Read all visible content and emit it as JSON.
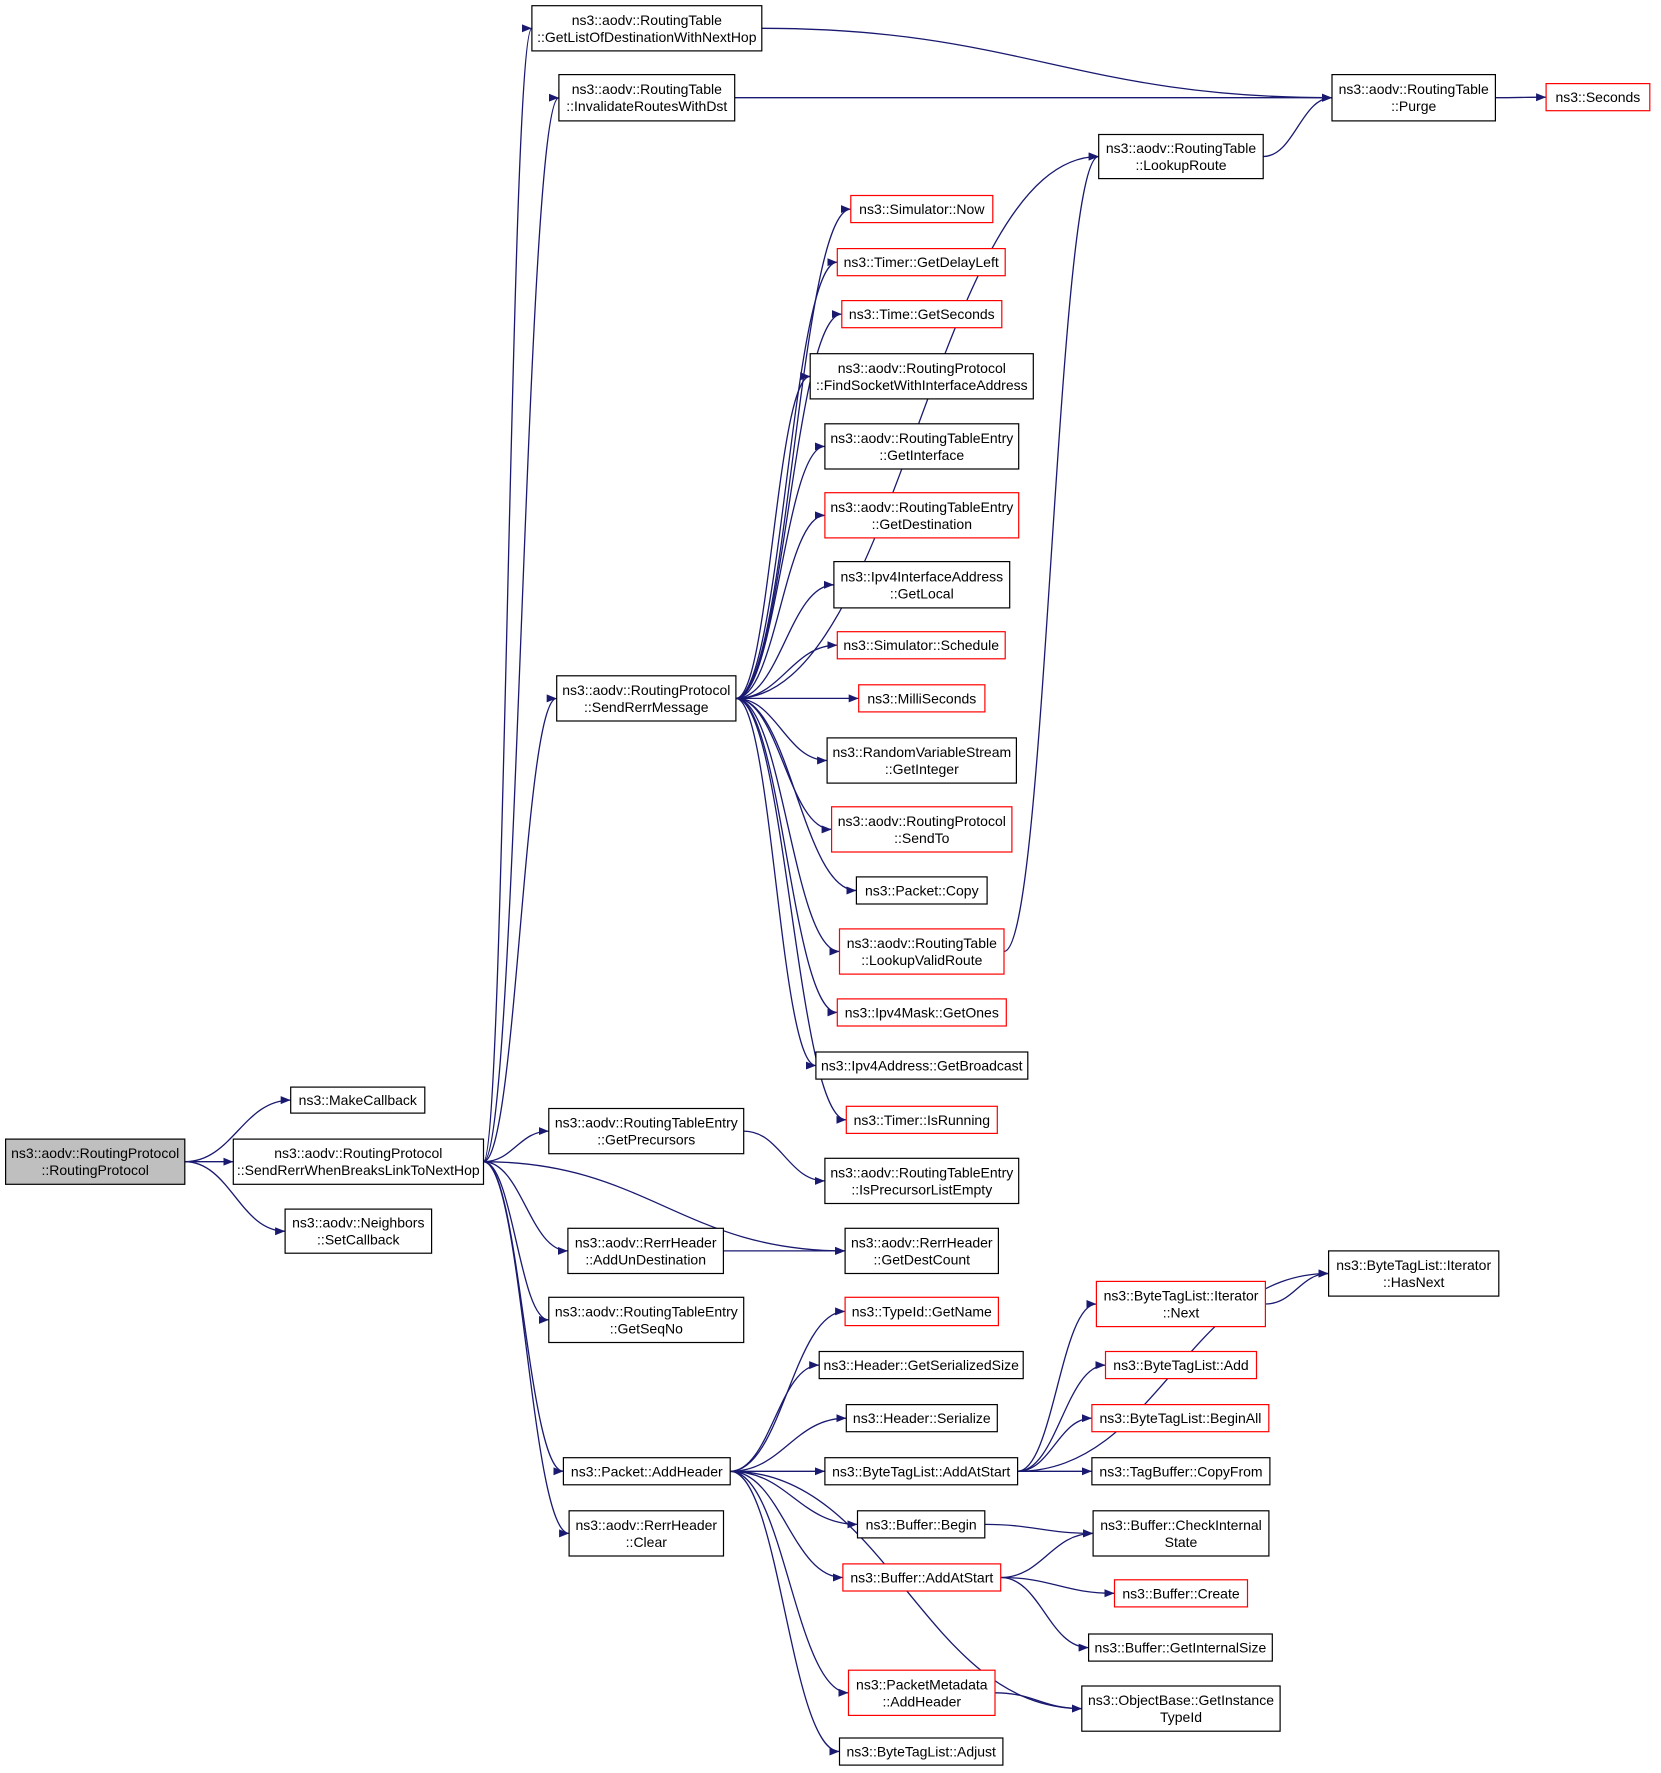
{
  "colors": {
    "edge": "#191970",
    "node_border_default": "#000000",
    "node_border_truncated": "#ff0000",
    "node_fill_default": "#ffffff",
    "node_fill_root": "#bfbfbf",
    "text": "#000000"
  },
  "nodes": [
    {
      "id": "rp_ctor",
      "lines": [
        "ns3::aodv::RoutingProtocol",
        "::RoutingProtocol"
      ],
      "style": "root"
    },
    {
      "id": "make_callback",
      "lines": [
        "ns3::MakeCallback"
      ],
      "style": "default"
    },
    {
      "id": "send_rerr_breaks",
      "lines": [
        "ns3::aodv::RoutingProtocol",
        "::SendRerrWhenBreaksLinkToNextHop"
      ],
      "style": "default"
    },
    {
      "id": "neighbors_setcb",
      "lines": [
        "ns3::aodv::Neighbors",
        "::SetCallback"
      ],
      "style": "default"
    },
    {
      "id": "rt_getlist",
      "lines": [
        "ns3::aodv::RoutingTable",
        "::GetListOfDestinationWithNextHop"
      ],
      "style": "default"
    },
    {
      "id": "rt_invalidate",
      "lines": [
        "ns3::aodv::RoutingTable",
        "::InvalidateRoutesWithDst"
      ],
      "style": "default"
    },
    {
      "id": "rt_purge",
      "lines": [
        "ns3::aodv::RoutingTable",
        "::Purge"
      ],
      "style": "default"
    },
    {
      "id": "seconds",
      "lines": [
        "ns3::Seconds"
      ],
      "style": "truncated"
    },
    {
      "id": "rt_lookup",
      "lines": [
        "ns3::aodv::RoutingTable",
        "::LookupRoute"
      ],
      "style": "default"
    },
    {
      "id": "sim_now",
      "lines": [
        "ns3::Simulator::Now"
      ],
      "style": "truncated"
    },
    {
      "id": "timer_delayleft",
      "lines": [
        "ns3::Timer::GetDelayLeft"
      ],
      "style": "truncated"
    },
    {
      "id": "time_getseconds",
      "lines": [
        "ns3::Time::GetSeconds"
      ],
      "style": "truncated"
    },
    {
      "id": "rp_findsocket",
      "lines": [
        "ns3::aodv::RoutingProtocol",
        "::FindSocketWithInterfaceAddress"
      ],
      "style": "default"
    },
    {
      "id": "rte_getiface",
      "lines": [
        "ns3::aodv::RoutingTableEntry",
        "::GetInterface"
      ],
      "style": "default"
    },
    {
      "id": "rte_getdest",
      "lines": [
        "ns3::aodv::RoutingTableEntry",
        "::GetDestination"
      ],
      "style": "truncated"
    },
    {
      "id": "ipv4ia_getlocal",
      "lines": [
        "ns3::Ipv4InterfaceAddress",
        "::GetLocal"
      ],
      "style": "default"
    },
    {
      "id": "sim_schedule",
      "lines": [
        "ns3::Simulator::Schedule"
      ],
      "style": "truncated"
    },
    {
      "id": "rp_sendrerr",
      "lines": [
        "ns3::aodv::RoutingProtocol",
        "::SendRerrMessage"
      ],
      "style": "default"
    },
    {
      "id": "milliseconds",
      "lines": [
        "ns3::MilliSeconds"
      ],
      "style": "truncated"
    },
    {
      "id": "rvs_getinteger",
      "lines": [
        "ns3::RandomVariableStream",
        "::GetInteger"
      ],
      "style": "default"
    },
    {
      "id": "rp_sendto",
      "lines": [
        "ns3::aodv::RoutingProtocol",
        "::SendTo"
      ],
      "style": "truncated"
    },
    {
      "id": "packet_copy",
      "lines": [
        "ns3::Packet::Copy"
      ],
      "style": "default"
    },
    {
      "id": "rt_lookupvalid",
      "lines": [
        "ns3::aodv::RoutingTable",
        "::LookupValidRoute"
      ],
      "style": "truncated"
    },
    {
      "id": "ipv4mask_getones",
      "lines": [
        "ns3::Ipv4Mask::GetOnes"
      ],
      "style": "truncated"
    },
    {
      "id": "ipv4addr_getbcast",
      "lines": [
        "ns3::Ipv4Address::GetBroadcast"
      ],
      "style": "default"
    },
    {
      "id": "timer_isrunning",
      "lines": [
        "ns3::Timer::IsRunning"
      ],
      "style": "truncated"
    },
    {
      "id": "rte_getprecursors",
      "lines": [
        "ns3::aodv::RoutingTableEntry",
        "::GetPrecursors"
      ],
      "style": "default"
    },
    {
      "id": "rte_isprecempty",
      "lines": [
        "ns3::aodv::RoutingTableEntry",
        "::IsPrecursorListEmpty"
      ],
      "style": "default"
    },
    {
      "id": "rerr_addundest",
      "lines": [
        "ns3::aodv::RerrHeader",
        "::AddUnDestination"
      ],
      "style": "default"
    },
    {
      "id": "rerr_getdestcount",
      "lines": [
        "ns3::aodv::RerrHeader",
        "::GetDestCount"
      ],
      "style": "default"
    },
    {
      "id": "rte_getseqno",
      "lines": [
        "ns3::aodv::RoutingTableEntry",
        "::GetSeqNo"
      ],
      "style": "default"
    },
    {
      "id": "packet_addheader",
      "lines": [
        "ns3::Packet::AddHeader"
      ],
      "style": "default"
    },
    {
      "id": "rerr_clear",
      "lines": [
        "ns3::aodv::RerrHeader",
        "::Clear"
      ],
      "style": "default"
    },
    {
      "id": "typeid_getname",
      "lines": [
        "ns3::TypeId::GetName"
      ],
      "style": "truncated"
    },
    {
      "id": "header_getsersize",
      "lines": [
        "ns3::Header::GetSerializedSize"
      ],
      "style": "default"
    },
    {
      "id": "header_serialize",
      "lines": [
        "ns3::Header::Serialize"
      ],
      "style": "default"
    },
    {
      "id": "btl_addatstart",
      "lines": [
        "ns3::ByteTagList::AddAtStart"
      ],
      "style": "default"
    },
    {
      "id": "buffer_begin",
      "lines": [
        "ns3::Buffer::Begin"
      ],
      "style": "default"
    },
    {
      "id": "buffer_addatstart",
      "lines": [
        "ns3::Buffer::AddAtStart"
      ],
      "style": "truncated"
    },
    {
      "id": "pm_addheader",
      "lines": [
        "ns3::PacketMetadata",
        "::AddHeader"
      ],
      "style": "truncated"
    },
    {
      "id": "btl_adjust",
      "lines": [
        "ns3::ByteTagList::Adjust"
      ],
      "style": "default"
    },
    {
      "id": "btl_iter_hasnext",
      "lines": [
        "ns3::ByteTagList::Iterator",
        "::HasNext"
      ],
      "style": "default"
    },
    {
      "id": "btl_iter_next",
      "lines": [
        "ns3::ByteTagList::Iterator",
        "::Next"
      ],
      "style": "truncated"
    },
    {
      "id": "btl_add",
      "lines": [
        "ns3::ByteTagList::Add"
      ],
      "style": "truncated"
    },
    {
      "id": "btl_beginall",
      "lines": [
        "ns3::ByteTagList::BeginAll"
      ],
      "style": "truncated"
    },
    {
      "id": "tagbuffer_copyfrom",
      "lines": [
        "ns3::TagBuffer::CopyFrom"
      ],
      "style": "default"
    },
    {
      "id": "buffer_checkinternal",
      "lines": [
        "ns3::Buffer::CheckInternal",
        "State"
      ],
      "style": "default"
    },
    {
      "id": "buffer_create",
      "lines": [
        "ns3::Buffer::Create"
      ],
      "style": "truncated"
    },
    {
      "id": "buffer_getinternalsize",
      "lines": [
        "ns3::Buffer::GetInternalSize"
      ],
      "style": "default"
    },
    {
      "id": "objectbase_getinstancetypeid",
      "lines": [
        "ns3::ObjectBase::GetInstance",
        "TypeId"
      ],
      "style": "default"
    }
  ],
  "edges": [
    [
      "rp_ctor",
      "make_callback"
    ],
    [
      "rp_ctor",
      "send_rerr_breaks"
    ],
    [
      "rp_ctor",
      "neighbors_setcb"
    ],
    [
      "send_rerr_breaks",
      "rt_getlist"
    ],
    [
      "send_rerr_breaks",
      "rt_invalidate"
    ],
    [
      "send_rerr_breaks",
      "rp_sendrerr"
    ],
    [
      "send_rerr_breaks",
      "rte_getprecursors"
    ],
    [
      "send_rerr_breaks",
      "rerr_getdestcount"
    ],
    [
      "send_rerr_breaks",
      "rerr_addundest"
    ],
    [
      "send_rerr_breaks",
      "rte_getseqno"
    ],
    [
      "send_rerr_breaks",
      "packet_addheader"
    ],
    [
      "send_rerr_breaks",
      "rerr_clear"
    ],
    [
      "rt_getlist",
      "rt_purge"
    ],
    [
      "rt_invalidate",
      "rt_purge"
    ],
    [
      "rt_purge",
      "seconds"
    ],
    [
      "rt_lookup",
      "rt_purge"
    ],
    [
      "rp_sendrerr",
      "rt_lookup"
    ],
    [
      "rp_sendrerr",
      "sim_now"
    ],
    [
      "rp_sendrerr",
      "timer_delayleft"
    ],
    [
      "rp_sendrerr",
      "time_getseconds"
    ],
    [
      "rp_sendrerr",
      "rp_findsocket"
    ],
    [
      "rp_sendrerr",
      "rte_getiface"
    ],
    [
      "rp_sendrerr",
      "rte_getdest"
    ],
    [
      "rp_sendrerr",
      "ipv4ia_getlocal"
    ],
    [
      "rp_sendrerr",
      "sim_schedule"
    ],
    [
      "rp_sendrerr",
      "milliseconds"
    ],
    [
      "rp_sendrerr",
      "rvs_getinteger"
    ],
    [
      "rp_sendrerr",
      "rp_sendto"
    ],
    [
      "rp_sendrerr",
      "packet_copy"
    ],
    [
      "rp_sendrerr",
      "rt_lookupvalid"
    ],
    [
      "rp_sendrerr",
      "ipv4mask_getones"
    ],
    [
      "rp_sendrerr",
      "ipv4addr_getbcast"
    ],
    [
      "rp_sendrerr",
      "timer_isrunning"
    ],
    [
      "rt_lookupvalid",
      "rt_lookup"
    ],
    [
      "rte_getprecursors",
      "rte_isprecempty"
    ],
    [
      "rerr_addundest",
      "rerr_getdestcount"
    ],
    [
      "packet_addheader",
      "typeid_getname"
    ],
    [
      "packet_addheader",
      "header_getsersize"
    ],
    [
      "packet_addheader",
      "header_serialize"
    ],
    [
      "packet_addheader",
      "btl_addatstart"
    ],
    [
      "packet_addheader",
      "buffer_begin"
    ],
    [
      "packet_addheader",
      "buffer_addatstart"
    ],
    [
      "packet_addheader",
      "pm_addheader"
    ],
    [
      "packet_addheader",
      "btl_adjust"
    ],
    [
      "packet_addheader",
      "objectbase_getinstancetypeid"
    ],
    [
      "btl_addatstart",
      "btl_iter_hasnext"
    ],
    [
      "btl_addatstart",
      "btl_iter_next"
    ],
    [
      "btl_addatstart",
      "btl_add"
    ],
    [
      "btl_addatstart",
      "btl_beginall"
    ],
    [
      "btl_addatstart",
      "tagbuffer_copyfrom"
    ],
    [
      "btl_iter_next",
      "btl_iter_hasnext"
    ],
    [
      "buffer_begin",
      "buffer_checkinternal"
    ],
    [
      "buffer_addatstart",
      "buffer_checkinternal"
    ],
    [
      "buffer_addatstart",
      "buffer_create"
    ],
    [
      "buffer_addatstart",
      "buffer_getinternalsize"
    ],
    [
      "pm_addheader",
      "objectbase_getinstancetypeid"
    ]
  ]
}
